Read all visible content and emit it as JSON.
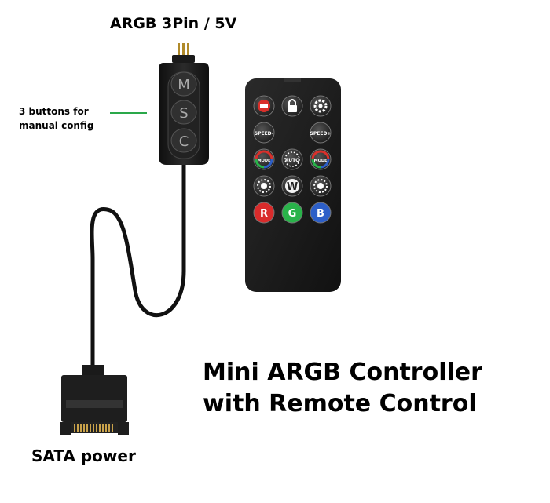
{
  "connector_label": "ARGB 3Pin / 5V",
  "buttons_note": [
    "3 buttons for",
    "manual config"
  ],
  "sata_label": "SATA power",
  "product_title": [
    "Mini ARGB Controller",
    "with Remote Control"
  ],
  "controller_buttons": [
    "M",
    "S",
    "C"
  ],
  "remote": {
    "row2": [
      "SPEED-",
      "SPEED+"
    ],
    "row3": [
      "MODE",
      "AUTO",
      "MODE"
    ],
    "row4_center": "W",
    "row5": [
      "R",
      "G",
      "B"
    ]
  },
  "colors": {
    "body": "#1a1a1a",
    "power": "#d9302b",
    "red": "#d92b2b",
    "green": "#29b34a",
    "blue": "#2d5fc8",
    "callout_line": "#2aa84a"
  }
}
